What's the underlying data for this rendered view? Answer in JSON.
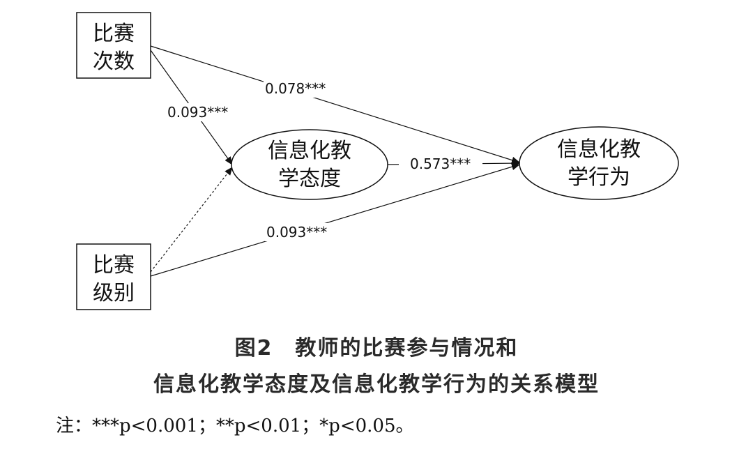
{
  "nodes": {
    "competition_count": {
      "line1": "比赛",
      "line2": "次数"
    },
    "competition_level": {
      "line1": "比赛",
      "line2": "级别"
    },
    "attitude": {
      "line1": "信息化教",
      "line2": "学态度"
    },
    "behavior": {
      "line1": "信息化教",
      "line2": "学行为"
    }
  },
  "edges": {
    "count_to_behavior": "0.078***",
    "count_to_attitude": "0.093***",
    "attitude_to_behavior": "0.573***",
    "level_to_behavior": "0.093***"
  },
  "caption": {
    "line1": "图2　教师的比赛参与情况和",
    "line2": "信息化教学态度及信息化教学行为的关系模型"
  },
  "note": "注：***p<0.001；**p<0.01；*p<0.05。"
}
